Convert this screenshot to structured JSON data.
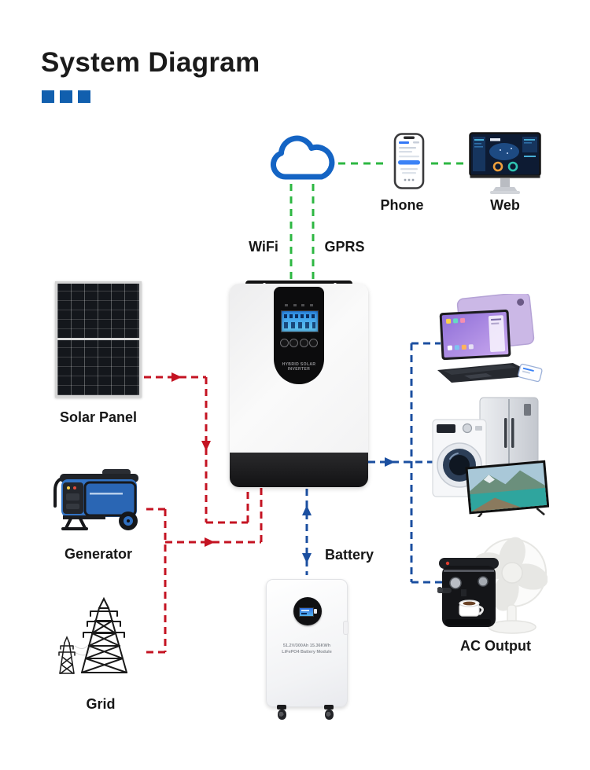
{
  "page": {
    "title": "System Diagram"
  },
  "colors": {
    "accent_blue": "#115fae",
    "green_line": "#2db742",
    "red_line": "#c41322",
    "blue_line": "#1b4fa0",
    "cloud_stroke": "#1464c4"
  },
  "nodes": {
    "phone": {
      "label": "Phone"
    },
    "web": {
      "label": "Web"
    },
    "wifi": {
      "label": "WiFi"
    },
    "gprs": {
      "label": "GPRS"
    },
    "solar_panel": {
      "label": "Solar Panel"
    },
    "generator": {
      "label": "Generator"
    },
    "grid": {
      "label": "Grid"
    },
    "battery": {
      "label": "Battery",
      "spec_line1": "51.2V/300Ah 15.36KWh",
      "spec_line2": "LiFePO4 Battery Module"
    },
    "inverter": {
      "caption": "HYBRID SOLAR INVERTER"
    },
    "ac_output": {
      "label": "AC Output"
    }
  },
  "connections": [
    {
      "from": "inverter",
      "to": "cloud",
      "via": "WiFi / GPRS",
      "style": "green-dashed"
    },
    {
      "from": "cloud",
      "to": "phone",
      "style": "green-dashed"
    },
    {
      "from": "phone",
      "to": "web",
      "style": "green-dashed"
    },
    {
      "from": "solar-panel",
      "to": "inverter",
      "style": "red-dashed",
      "direction": "into-inverter"
    },
    {
      "from": "generator",
      "to": "inverter",
      "style": "red-dashed",
      "direction": "into-inverter"
    },
    {
      "from": "grid",
      "to": "inverter",
      "style": "red-dashed",
      "direction": "into-inverter"
    },
    {
      "from": "inverter",
      "to": "battery",
      "style": "blue-dashed",
      "direction": "bidirectional"
    },
    {
      "from": "inverter",
      "to": "ac-output-devices",
      "style": "blue-dashed",
      "direction": "out"
    }
  ]
}
